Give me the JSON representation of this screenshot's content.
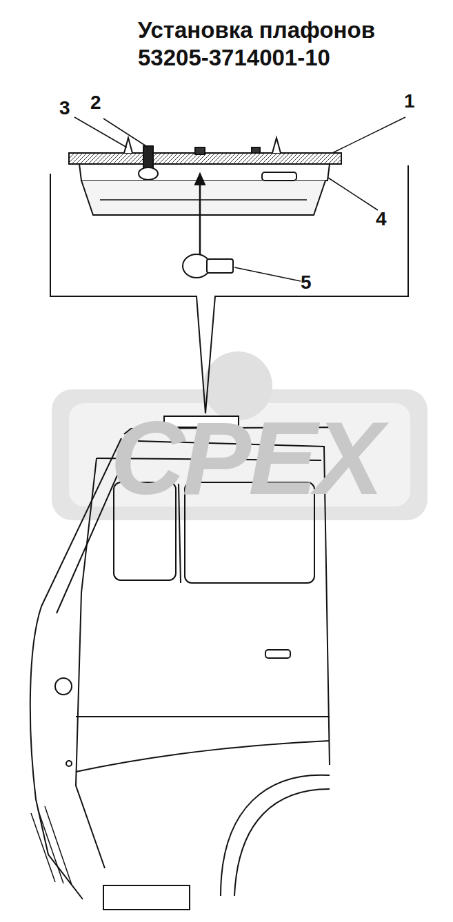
{
  "diagram": {
    "title": "Установка плафонов 53205-3714001-10",
    "labels": [
      "3",
      "2",
      "1",
      "4",
      "5",
      "CPEX"
    ]
  }
}
